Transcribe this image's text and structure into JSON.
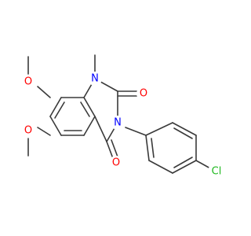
{
  "molecule": {
    "atom_colors": {
      "C": "#3a3a3a",
      "O": "#ff0000",
      "N": "#0000ff",
      "Cl": "#1fb81f"
    },
    "atoms": [
      {
        "id": "N1",
        "label": "N",
        "element": "N"
      },
      {
        "id": "N3",
        "label": "N",
        "element": "N"
      },
      {
        "id": "O2",
        "label": "O",
        "element": "O"
      },
      {
        "id": "O4",
        "label": "O",
        "element": "O"
      },
      {
        "id": "O7",
        "label": "O",
        "element": "O"
      },
      {
        "id": "O6",
        "label": "O",
        "element": "O"
      },
      {
        "id": "Cl",
        "label": "Cl",
        "element": "Cl"
      }
    ]
  }
}
